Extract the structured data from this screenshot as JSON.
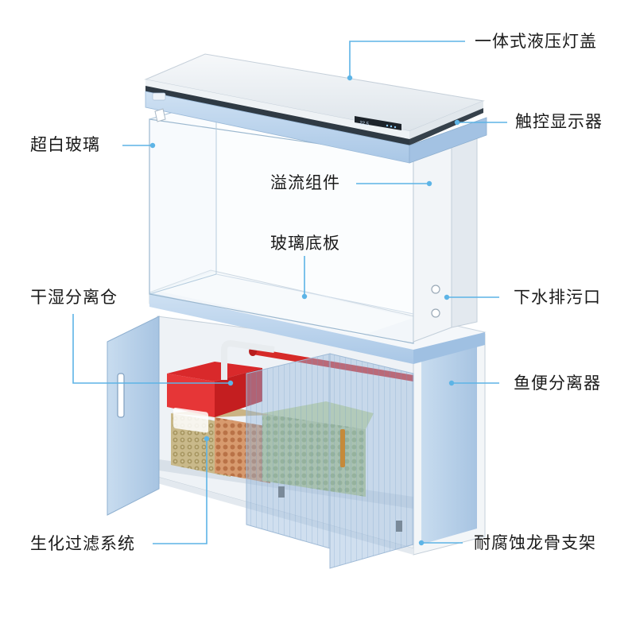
{
  "accent_color": "#5db4e6",
  "labels": {
    "lid": "一体式液压灯盖",
    "touch_display": "触控显示器",
    "ultra_clear_glass": "超白玻璃",
    "overflow_assembly": "溢流组件",
    "glass_bottom": "玻璃底板",
    "dry_wet_compartment": "干湿分离仓",
    "drain_outlet": "下水排污口",
    "feces_separator": "鱼便分离器",
    "bio_filter_system": "生化过滤系统",
    "corrosion_frame": "耐腐蚀龙骨支架"
  },
  "display_readout": "22.5"
}
